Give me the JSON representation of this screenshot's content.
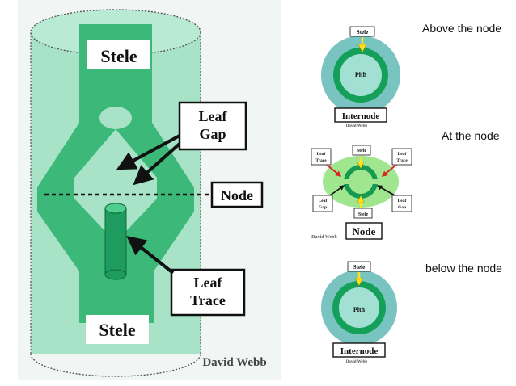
{
  "main_figure": {
    "stele_top": "Stele",
    "stele_bottom": "Stele",
    "leaf_gap_label": [
      "Leaf",
      "Gap"
    ],
    "node_label": "Node",
    "leaf_trace_label": [
      "Leaf",
      "Trace"
    ],
    "credit": "David Webb"
  },
  "section_above": {
    "caption": "Above the node",
    "stele_label": "Stele",
    "pith_label": "Pith",
    "box_label": "Internode",
    "credit": "David Webb"
  },
  "section_at": {
    "caption": "At the node",
    "stele_top": "Stele",
    "stele_bottom": "Stele",
    "leaf_trace_left": [
      "Leaf",
      "Trace"
    ],
    "leaf_trace_right": [
      "Leaf",
      "Trace"
    ],
    "leaf_gap_left": [
      "Leaf",
      "Gap"
    ],
    "leaf_gap_right": [
      "Leaf",
      "Gap"
    ],
    "box_label": "Node",
    "credit": "David Webb"
  },
  "section_below": {
    "caption": "below the node",
    "stele_label": "Stele",
    "pith_label": "Pith",
    "box_label": "Internode",
    "credit": "David Webb"
  },
  "colors": {
    "tissue_light": "#a8e3c8",
    "stele_green": "#3cb879",
    "teal_cortex": "#79c4c0",
    "ring_green": "#15a05a",
    "pith": "#a3e0d4",
    "arrow_yellow": "#ffe21f",
    "arrow_red": "#d8231f"
  }
}
